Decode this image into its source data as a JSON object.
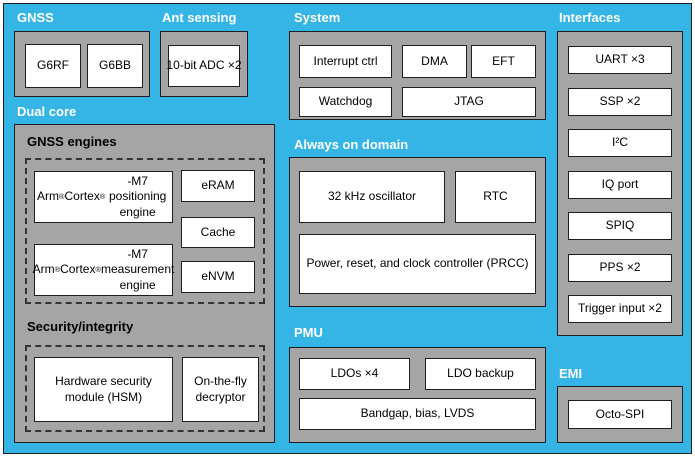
{
  "colors": {
    "canvas-bg": "#ffffff",
    "panel-bg": "#35b4e6",
    "container-bg": "#a5a5a5",
    "box-bg": "#ffffff",
    "border": "#1f1f1f",
    "section-label": "#ffffff",
    "text": "#000000"
  },
  "sections": {
    "gnss": {
      "label": "GNSS",
      "items": [
        "G6RF",
        "G6BB"
      ]
    },
    "ant_sensing": {
      "label": "Ant sensing",
      "items": [
        "10-bit ADC ×2"
      ]
    },
    "system": {
      "label": "System",
      "items": [
        "Interrupt ctrl",
        "DMA",
        "EFT",
        "Watchdog",
        "JTAG"
      ]
    },
    "interfaces": {
      "label": "Interfaces",
      "items": [
        "UART ×3",
        "SSP ×2",
        "I²C",
        "IQ port",
        "SPIQ",
        "PPS ×2",
        "Trigger input ×2"
      ]
    },
    "dual_core": {
      "label": "Dual core",
      "gnss_engines": {
        "label": "GNSS engines",
        "items": [
          "Arm® Cortex®-M7 positioning engine",
          "eRAM",
          "Cache",
          "Arm® Cortex®-M7 measurement engine",
          "eNVM"
        ]
      },
      "security_integrity": {
        "label": "Security/integrity",
        "items": [
          "Hardware security module (HSM)",
          "On-the-fly decryptor"
        ]
      }
    },
    "always_on_domain": {
      "label": "Always on domain",
      "items": [
        "32 kHz oscillator",
        "RTC",
        "Power, reset, and clock controller (PRCC)"
      ]
    },
    "pmu": {
      "label": "PMU",
      "items": [
        "LDOs ×4",
        "LDO backup",
        "Bandgap, bias, LVDS"
      ]
    },
    "emi": {
      "label": "EMI",
      "items": [
        "Octo-SPI"
      ]
    }
  }
}
